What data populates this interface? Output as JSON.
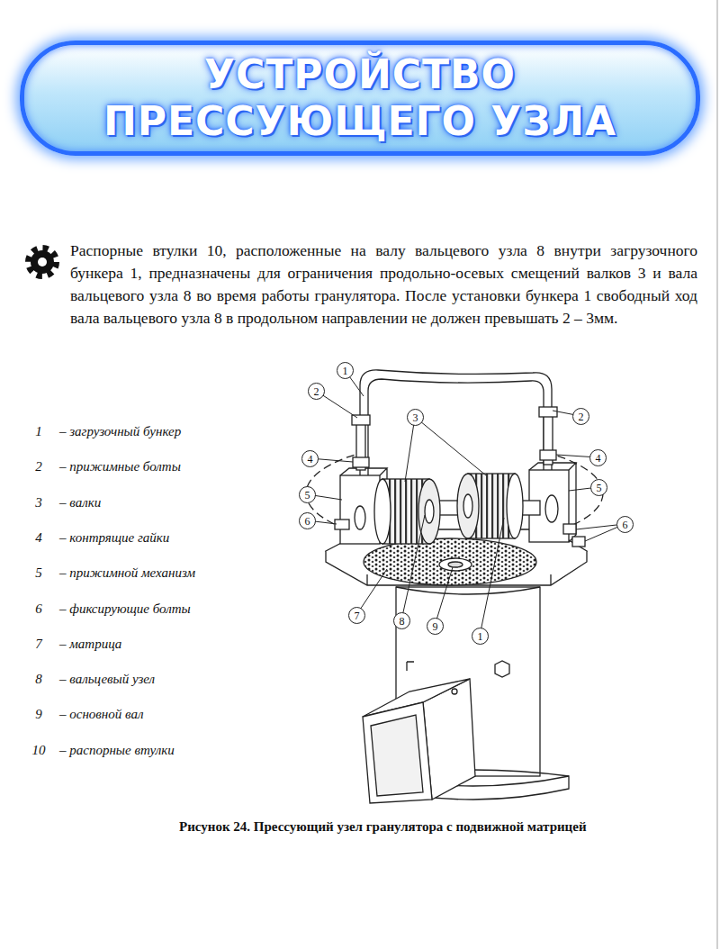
{
  "diagram": {
    "title": "УСТРОЙСТВО ПРЕССУЮЩЕГО УЗЛА",
    "caption": "Рисунок 24. Прессующий узел гранулятора с подвижной матрицей",
    "nodes": [
      {
        "text": [
          "1"
        ]
      },
      {
        "text": [
          "2"
        ]
      },
      {
        "text": [
          "2"
        ]
      },
      {
        "text": [
          "3"
        ]
      },
      {
        "text": [
          "4"
        ]
      },
      {
        "text": [
          "4"
        ]
      },
      {
        "text": [
          "5"
        ]
      },
      {
        "text": [
          "5"
        ]
      },
      {
        "text": [
          "6"
        ]
      },
      {
        "text": [
          "6"
        ]
      },
      {
        "text": [
          "7"
        ]
      },
      {
        "text": [
          "8"
        ]
      },
      {
        "text": [
          "9"
        ]
      },
      {
        "text": [
          "1"
        ]
      }
    ],
    "labels": [
      "Распорные втулки 10, расположенные на валу вальцевого узла 8 внутри загрузочного бункера 1, предназначены для ограничения продольно-осевых смещений валков 3 и вала вальцевого узла 8 во время работы гранулятора. После установки бункера 1 свободный ход вала вальцевого узла 8 в продольном направлении не должен превышать 2 – 3мм.",
      "1",
      "– загрузочный бункер",
      "2",
      "– прижимные болты",
      "3",
      "– валки",
      "4",
      "– контрящие гайки",
      "5",
      "– прижимной механизм",
      "6",
      "– фиксирующие болты",
      "7",
      "– матрица",
      "8",
      "– вальцевый узел",
      "9",
      "– основной вал",
      "10",
      "– распорные втулки"
    ]
  }
}
